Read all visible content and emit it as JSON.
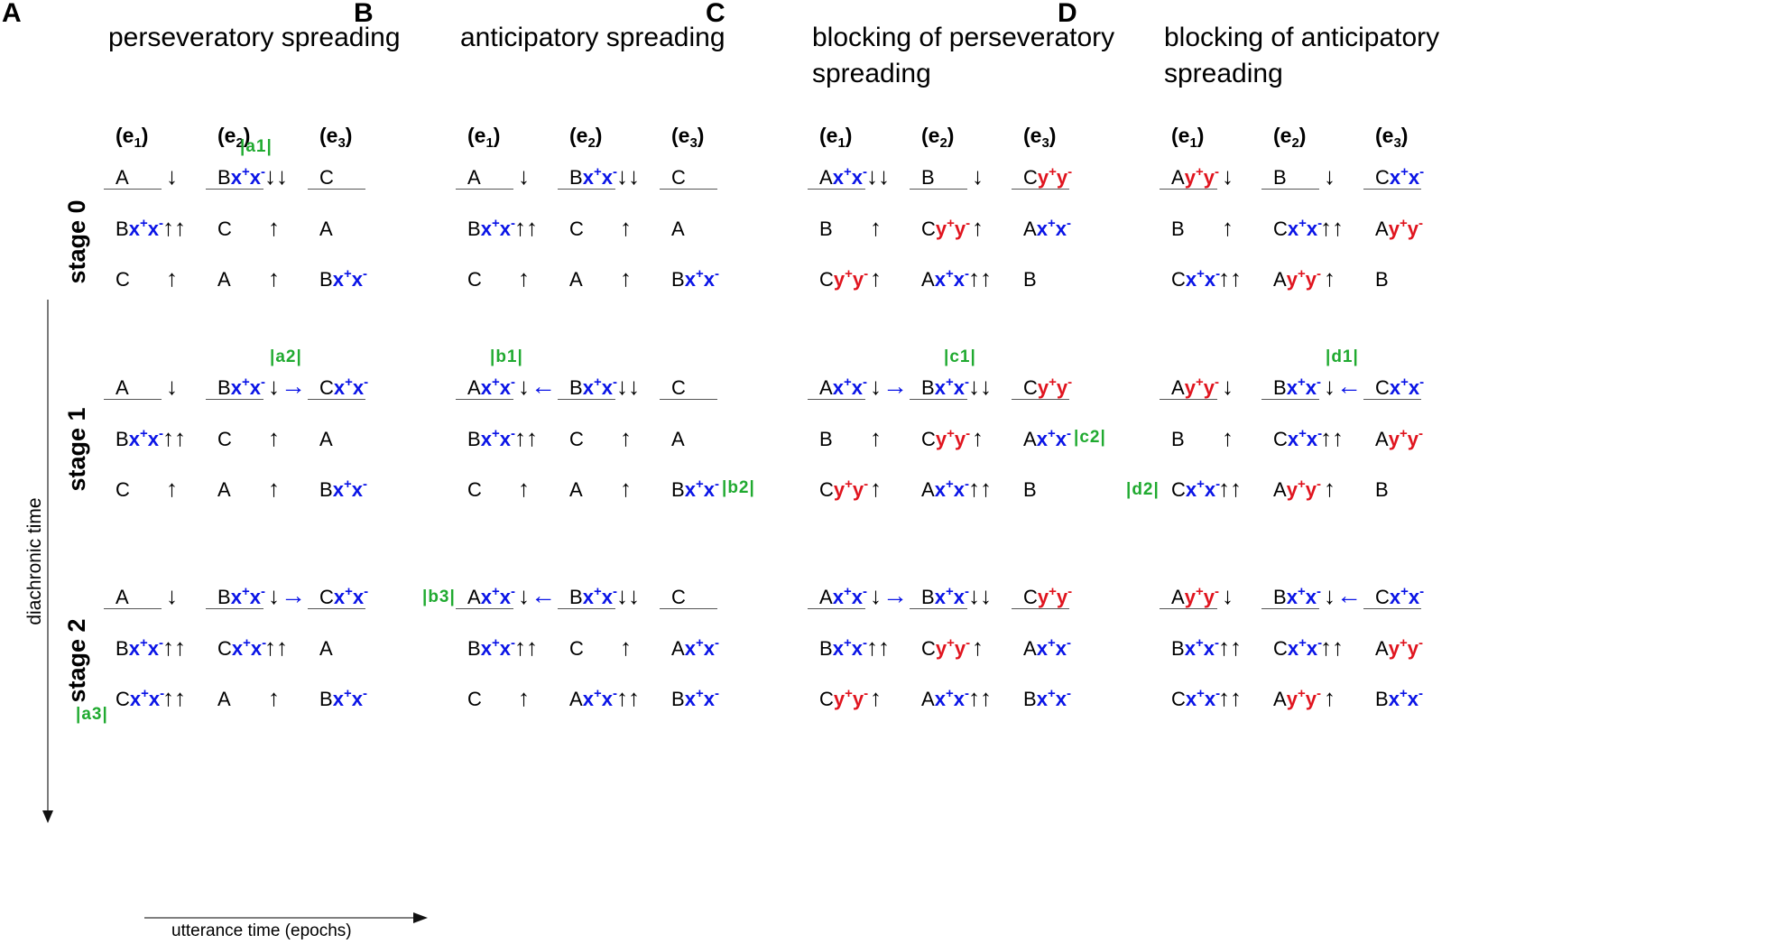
{
  "panels": [
    {
      "label": "A",
      "title": "perseveratory spreading",
      "epochs": [
        "e1",
        "e2",
        "e3"
      ],
      "stages": [
        {
          "rows": [
            [
              {
                "s": "A",
                "f": null,
                "a": "↓"
              },
              {
                "s": "B",
                "f": "x",
                "a": "↓↓"
              },
              {
                "s": "C",
                "f": null
              }
            ],
            [
              {
                "s": "B",
                "f": "x",
                "a": "↑↑"
              },
              {
                "s": "C",
                "f": null,
                "a": "↑"
              },
              {
                "s": "A",
                "f": null
              }
            ],
            [
              {
                "s": "C",
                "f": null,
                "a": "↑"
              },
              {
                "s": "A",
                "f": null,
                "a": "↑"
              },
              {
                "s": "B",
                "f": "x"
              }
            ]
          ]
        },
        {
          "rows": [
            [
              {
                "s": "A",
                "f": null,
                "a": "↓"
              },
              {
                "s": "B",
                "f": "x",
                "a": "↓",
                "b": "→"
              },
              {
                "s": "C",
                "f": "x"
              }
            ],
            [
              {
                "s": "B",
                "f": "x",
                "a": "↑↑"
              },
              {
                "s": "C",
                "f": null,
                "a": "↑"
              },
              {
                "s": "A",
                "f": null
              }
            ],
            [
              {
                "s": "C",
                "f": null,
                "a": "↑"
              },
              {
                "s": "A",
                "f": null,
                "a": "↑"
              },
              {
                "s": "B",
                "f": "x"
              }
            ]
          ]
        },
        {
          "rows": [
            [
              {
                "s": "A",
                "f": null,
                "a": "↓"
              },
              {
                "s": "B",
                "f": "x",
                "a": "↓",
                "b": "→"
              },
              {
                "s": "C",
                "f": "x"
              }
            ],
            [
              {
                "s": "B",
                "f": "x",
                "a": "↑↑"
              },
              {
                "s": "C",
                "f": "x",
                "a": "↑↑"
              },
              {
                "s": "A",
                "f": null
              }
            ],
            [
              {
                "s": "C",
                "f": "x",
                "a": "↑↑"
              },
              {
                "s": "A",
                "f": null,
                "a": "↑"
              },
              {
                "s": "B",
                "f": "x"
              }
            ]
          ]
        }
      ]
    },
    {
      "label": "B",
      "title": "anticipatory spreading",
      "epochs": [
        "e1",
        "e2",
        "e3"
      ],
      "stages": [
        {
          "rows": [
            [
              {
                "s": "A",
                "f": null,
                "a": "↓"
              },
              {
                "s": "B",
                "f": "x",
                "a": "↓↓"
              },
              {
                "s": "C",
                "f": null
              }
            ],
            [
              {
                "s": "B",
                "f": "x",
                "a": "↑↑"
              },
              {
                "s": "C",
                "f": null,
                "a": "↑"
              },
              {
                "s": "A",
                "f": null
              }
            ],
            [
              {
                "s": "C",
                "f": null,
                "a": "↑"
              },
              {
                "s": "A",
                "f": null,
                "a": "↑"
              },
              {
                "s": "B",
                "f": "x"
              }
            ]
          ]
        },
        {
          "rows": [
            [
              {
                "s": "A",
                "f": "x",
                "a": "↓",
                "b": "←"
              },
              {
                "s": "B",
                "f": "x",
                "a": "↓↓"
              },
              {
                "s": "C",
                "f": null
              }
            ],
            [
              {
                "s": "B",
                "f": "x",
                "a": "↑↑"
              },
              {
                "s": "C",
                "f": null,
                "a": "↑"
              },
              {
                "s": "A",
                "f": null
              }
            ],
            [
              {
                "s": "C",
                "f": null,
                "a": "↑"
              },
              {
                "s": "A",
                "f": null,
                "a": "↑"
              },
              {
                "s": "B",
                "f": "x"
              }
            ]
          ]
        },
        {
          "rows": [
            [
              {
                "s": "A",
                "f": "x",
                "a": "↓",
                "b": "←"
              },
              {
                "s": "B",
                "f": "x",
                "a": "↓↓"
              },
              {
                "s": "C",
                "f": null
              }
            ],
            [
              {
                "s": "B",
                "f": "x",
                "a": "↑↑"
              },
              {
                "s": "C",
                "f": null,
                "a": "↑"
              },
              {
                "s": "A",
                "f": "x"
              }
            ],
            [
              {
                "s": "C",
                "f": null,
                "a": "↑"
              },
              {
                "s": "A",
                "f": "x",
                "a": "↑↑"
              },
              {
                "s": "B",
                "f": "x"
              }
            ]
          ]
        }
      ]
    },
    {
      "label": "C",
      "title": "blocking of perseveratory spreading",
      "epochs": [
        "e1",
        "e2",
        "e3"
      ],
      "stages": [
        {
          "rows": [
            [
              {
                "s": "A",
                "f": "x",
                "a": "↓↓"
              },
              {
                "s": "B",
                "f": null,
                "a": "↓"
              },
              {
                "s": "C",
                "f": "y"
              }
            ],
            [
              {
                "s": "B",
                "f": null,
                "a": "↑"
              },
              {
                "s": "C",
                "f": "y",
                "a": "↑"
              },
              {
                "s": "A",
                "f": "x"
              }
            ],
            [
              {
                "s": "C",
                "f": "y",
                "a": "↑"
              },
              {
                "s": "A",
                "f": "x",
                "a": "↑↑"
              },
              {
                "s": "B",
                "f": null
              }
            ]
          ]
        },
        {
          "rows": [
            [
              {
                "s": "A",
                "f": "x",
                "a": "↓",
                "b": "→"
              },
              {
                "s": "B",
                "f": "x",
                "a": "↓↓"
              },
              {
                "s": "C",
                "f": "y"
              }
            ],
            [
              {
                "s": "B",
                "f": null,
                "a": "↑"
              },
              {
                "s": "C",
                "f": "y",
                "a": "↑"
              },
              {
                "s": "A",
                "f": "x"
              }
            ],
            [
              {
                "s": "C",
                "f": "y",
                "a": "↑"
              },
              {
                "s": "A",
                "f": "x",
                "a": "↑↑"
              },
              {
                "s": "B",
                "f": null
              }
            ]
          ]
        },
        {
          "rows": [
            [
              {
                "s": "A",
                "f": "x",
                "a": "↓",
                "b": "→"
              },
              {
                "s": "B",
                "f": "x",
                "a": "↓↓"
              },
              {
                "s": "C",
                "f": "y"
              }
            ],
            [
              {
                "s": "B",
                "f": "x",
                "a": "↑↑"
              },
              {
                "s": "C",
                "f": "y",
                "a": "↑"
              },
              {
                "s": "A",
                "f": "x"
              }
            ],
            [
              {
                "s": "C",
                "f": "y",
                "a": "↑"
              },
              {
                "s": "A",
                "f": "x",
                "a": "↑↑"
              },
              {
                "s": "B",
                "f": "x"
              }
            ]
          ]
        }
      ]
    },
    {
      "label": "D",
      "title": "blocking of anticipatory spreading",
      "epochs": [
        "e1",
        "e2",
        "e3"
      ],
      "stages": [
        {
          "rows": [
            [
              {
                "s": "A",
                "f": "y",
                "a": "↓"
              },
              {
                "s": "B",
                "f": null,
                "a": "↓"
              },
              {
                "s": "C",
                "f": "x"
              }
            ],
            [
              {
                "s": "B",
                "f": null,
                "a": "↑"
              },
              {
                "s": "C",
                "f": "x",
                "a": "↑↑"
              },
              {
                "s": "A",
                "f": "y"
              }
            ],
            [
              {
                "s": "C",
                "f": "x",
                "a": "↑↑"
              },
              {
                "s": "A",
                "f": "y",
                "a": "↑"
              },
              {
                "s": "B",
                "f": null
              }
            ]
          ]
        },
        {
          "rows": [
            [
              {
                "s": "A",
                "f": "y",
                "a": "↓"
              },
              {
                "s": "B",
                "f": "x",
                "a": "↓",
                "b": "←"
              },
              {
                "s": "C",
                "f": "x"
              }
            ],
            [
              {
                "s": "B",
                "f": null,
                "a": "↑"
              },
              {
                "s": "C",
                "f": "x",
                "a": "↑↑"
              },
              {
                "s": "A",
                "f": "y"
              }
            ],
            [
              {
                "s": "C",
                "f": "x",
                "a": "↑↑"
              },
              {
                "s": "A",
                "f": "y",
                "a": "↑"
              },
              {
                "s": "B",
                "f": null
              }
            ]
          ]
        },
        {
          "rows": [
            [
              {
                "s": "A",
                "f": "y",
                "a": "↓"
              },
              {
                "s": "B",
                "f": "x",
                "a": "↓",
                "b": "←"
              },
              {
                "s": "C",
                "f": "x"
              }
            ],
            [
              {
                "s": "B",
                "f": "x",
                "a": "↑↑"
              },
              {
                "s": "C",
                "f": "x",
                "a": "↑↑"
              },
              {
                "s": "A",
                "f": "y"
              }
            ],
            [
              {
                "s": "C",
                "f": "x",
                "a": "↑↑"
              },
              {
                "s": "A",
                "f": "y",
                "a": "↑"
              },
              {
                "s": "B",
                "f": "x"
              }
            ]
          ]
        }
      ]
    }
  ],
  "annotations": [
    {
      "text": "|a1|",
      "panel": 0,
      "stage": 0,
      "row": 0,
      "col": 1,
      "where": "above"
    },
    {
      "text": "|a2|",
      "panel": 0,
      "stage": 1,
      "row": 0,
      "col": 1,
      "where": "above-arrow"
    },
    {
      "text": "|a3|",
      "panel": 0,
      "stage": 2,
      "row": 2,
      "col": 0,
      "where": "below-left"
    },
    {
      "text": "|b1|",
      "panel": 1,
      "stage": 1,
      "row": 0,
      "col": 0,
      "where": "above"
    },
    {
      "text": "|b2|",
      "panel": 1,
      "stage": 1,
      "row": 2,
      "col": 2,
      "where": "right"
    },
    {
      "text": "|b3|",
      "panel": 1,
      "stage": 2,
      "row": 0,
      "col": 0,
      "where": "left"
    },
    {
      "text": "|c1|",
      "panel": 2,
      "stage": 1,
      "row": 0,
      "col": 1,
      "where": "above"
    },
    {
      "text": "|c2|",
      "panel": 2,
      "stage": 1,
      "row": 1,
      "col": 2,
      "where": "right"
    },
    {
      "text": "|d1|",
      "panel": 3,
      "stage": 1,
      "row": 0,
      "col": 1,
      "where": "above-arrow"
    },
    {
      "text": "|d2|",
      "panel": 3,
      "stage": 1,
      "row": 2,
      "col": 0,
      "where": "left"
    }
  ],
  "stage_labels": [
    "stage 0",
    "stage 1",
    "stage 2"
  ],
  "axis_labels": {
    "vertical": "diachronic time",
    "horizontal": "utterance time (epochs)"
  },
  "colors": {
    "x_feature": "#0a14e6",
    "y_feature": "#e0141e",
    "annotation": "#20aa30",
    "spread_arrow": "#0a14e6"
  }
}
